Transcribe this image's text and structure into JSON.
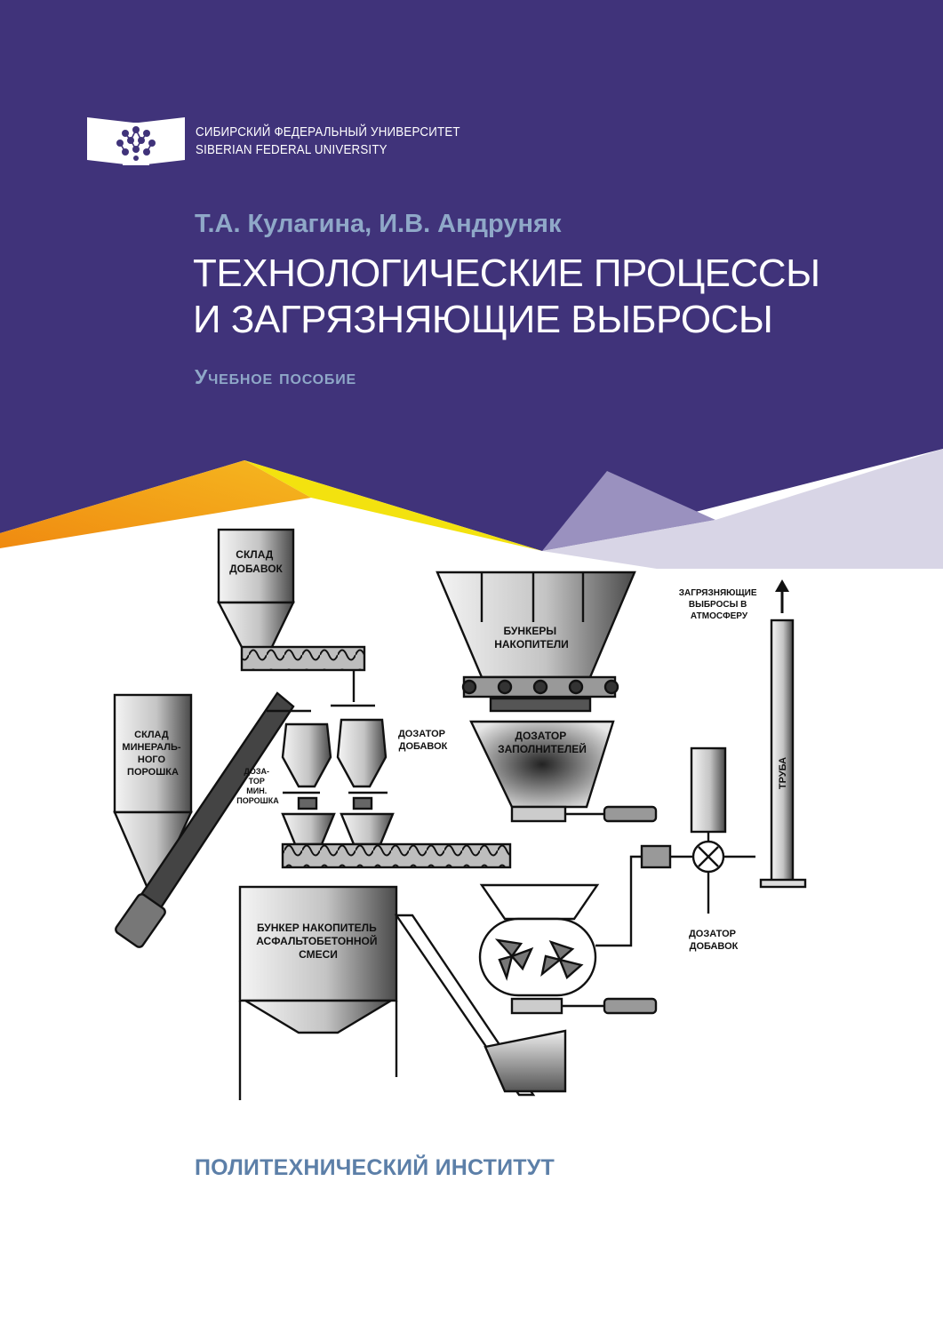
{
  "university": {
    "name_ru": "СИБИРСКИЙ ФЕДЕРАЛЬНЫЙ УНИВЕРСИТЕТ",
    "name_en": "SIBERIAN FEDERAL UNIVERSITY",
    "logo_icon": "sfu-logo-icon"
  },
  "authors": "Т.А. Кулагина, И.В. Андруняк",
  "title": {
    "line1": "ТЕХНОЛОГИЧЕСКИЕ ПРОЦЕССЫ",
    "line2": "И ЗАГРЯЗНЯЮЩИЕ ВЫБРОСЫ"
  },
  "subtitle": "Учебное пособие",
  "diagram_labels": {
    "sklad_dobavok": [
      "СКЛАД",
      "ДОБАВОК"
    ],
    "sklad_poroshka": [
      "СКЛАД",
      "МИНЕРАЛЬ-",
      "НОГО",
      "ПОРОШКА"
    ],
    "dozator_poroshka": [
      "ДОЗА-",
      "ТОР",
      "МИН.",
      "ПОРОШКА"
    ],
    "dozator_dobavok_1": [
      "ДОЗАТОР",
      "ДОБАВОК"
    ],
    "bunkery": [
      "БУНКЕРЫ",
      "НАКОПИТЕЛИ"
    ],
    "dozator_zapolniteley": [
      "ДОЗАТОР",
      "ЗАПОЛНИТЕЛЕЙ"
    ],
    "vybrosy": [
      "ЗАГРЯЗНЯЮЩИЕ",
      "ВЫБРОСЫ В",
      "АТМОСФЕРУ"
    ],
    "truba": "ТРУБА",
    "bunker_smesi": [
      "БУНКЕР НАКОПИТЕЛЬ",
      "АСФАЛЬТОБЕТОННОЙ",
      "СМЕСИ"
    ],
    "dozator_dobavok_2": [
      "ДОЗАТОР",
      "ДОБАВОК"
    ]
  },
  "institute": "ПОЛИТЕХНИЧЕСКИЙ ИНСТИТУТ",
  "colors": {
    "band": "#40337a",
    "orange": "#f0a010",
    "yellow": "#f3e20f",
    "lilac": "#9a91bf",
    "pale_lilac": "#d8d5e6",
    "author_text": "#8fa8c8",
    "institute_text": "#5c7fa8"
  }
}
